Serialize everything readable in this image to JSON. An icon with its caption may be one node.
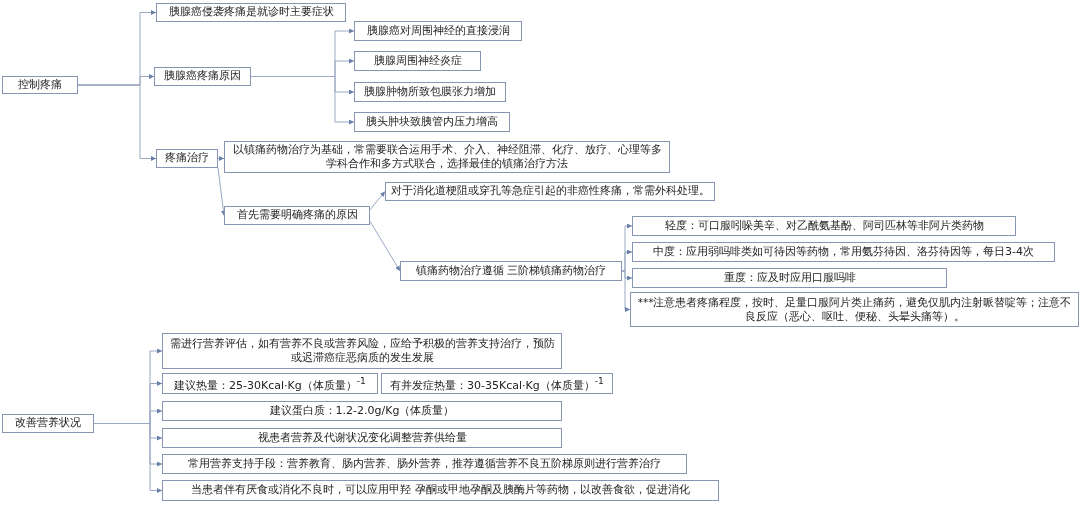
{
  "diagram": {
    "nodes": [
      {
        "text": [
          "控制疼痛"
        ]
      },
      {
        "text": [
          "胰腺癌侵袭疼痛是就诊时主要症状"
        ]
      },
      {
        "text": [
          "胰腺癌疼痛原因"
        ]
      },
      {
        "text": [
          "胰腺癌对周围神经的直接浸润"
        ]
      },
      {
        "text": [
          "胰腺周围神经炎症"
        ]
      },
      {
        "text": [
          "胰腺肿物所致包膜张力增加"
        ]
      },
      {
        "text": [
          "胰头肿块致胰管内压力增高"
        ]
      },
      {
        "text": [
          "疼痛治疗"
        ]
      },
      {
        "text": [
          "以镇痛药物治疗为基础，常需要联合运用手术、介入、神经阻滞、化疗、放疗、心理等多学科合作和多方式联合，选择最佳的镇痛治疗方法"
        ]
      },
      {
        "text": [
          "首先需要明确疼痛的原因"
        ]
      },
      {
        "text": [
          "对于消化道梗阻或穿孔等急症引起的非癌性疼痛，常需外科处理。"
        ]
      },
      {
        "text": [
          "镇痛药物治疗遵循 三阶梯镇痛药物治疗"
        ]
      },
      {
        "text": [
          "轻度：可口服吲哚美辛、对乙酰氨基酚、阿司匹林等非阿片类药物"
        ]
      },
      {
        "text": [
          "中度：应用弱吗啡类如可待因等药物，常用氨芬待因、洛芬待因等，每日3-4次"
        ]
      },
      {
        "text": [
          "重度：应及时应用口服吗啡"
        ]
      },
      {
        "text": [
          "***注意患者疼痛程度，按时、足量口服阿片类止痛药，避免仅肌内注射哌替啶等；注意不良反应（恶心、呕吐、便秘、头晕头痛等）。"
        ]
      },
      {
        "text": [
          "改善营养状况"
        ]
      },
      {
        "text": [
          "需进行营养评估，如有营养不良或营养风险，应给予积极的营养支持治疗，预防或迟滞癌症恶病质的发生发展"
        ]
      },
      {
        "text": [
          "建议热量：25-30Kcal·Kg（体质量）$^{-1}$"
        ]
      },
      {
        "text": [
          "有并发症热量：30-35Kcal·Kg（体质量）$^{-1}$"
        ]
      },
      {
        "text": [
          "建议蛋白质：1.2-2.0g/Kg（体质量）"
        ]
      },
      {
        "text": [
          "视患者营养及代谢状况变化调整营养供给量"
        ]
      },
      {
        "text": [
          "常用营养支持手段：营养教育、肠内营养、肠外营养，推荐遵循营养不良五阶梯原则进行营养治疗"
        ]
      },
      {
        "text": [
          "当患者伴有厌食或消化不良时，可以应用甲羟 孕酮或甲地孕酮及胰酶片等药物，以改善食欲，促进消化"
        ]
      }
    ],
    "edges": [
      {
        "from": 0,
        "to": 1,
        "arrow": "to"
      },
      {
        "from": 0,
        "to": 2,
        "arrow": "to"
      },
      {
        "from": 0,
        "to": 7,
        "arrow": "to"
      },
      {
        "from": 2,
        "to": 3,
        "arrow": "to"
      },
      {
        "from": 2,
        "to": 4,
        "arrow": "to"
      },
      {
        "from": 2,
        "to": 5,
        "arrow": "to"
      },
      {
        "from": 2,
        "to": 6,
        "arrow": "to"
      },
      {
        "from": 7,
        "to": 8,
        "arrow": "to"
      },
      {
        "from": 7,
        "to": 9,
        "arrow": "to"
      },
      {
        "from": 9,
        "to": 10,
        "arrow": "to"
      },
      {
        "from": 9,
        "to": 11,
        "arrow": "to"
      },
      {
        "from": 11,
        "to": 12,
        "arrow": "to"
      },
      {
        "from": 11,
        "to": 13,
        "arrow": "to"
      },
      {
        "from": 11,
        "to": 14,
        "arrow": "to"
      },
      {
        "from": 11,
        "to": 15,
        "arrow": "to"
      },
      {
        "from": 16,
        "to": 17,
        "arrow": "to"
      },
      {
        "from": 16,
        "to": 18,
        "arrow": "to"
      },
      {
        "from": 16,
        "to": 20,
        "arrow": "to"
      },
      {
        "from": 16,
        "to": 21,
        "arrow": "to"
      },
      {
        "from": 16,
        "to": 22,
        "arrow": "to"
      },
      {
        "from": 16,
        "to": 23,
        "arrow": "to"
      }
    ]
  }
}
